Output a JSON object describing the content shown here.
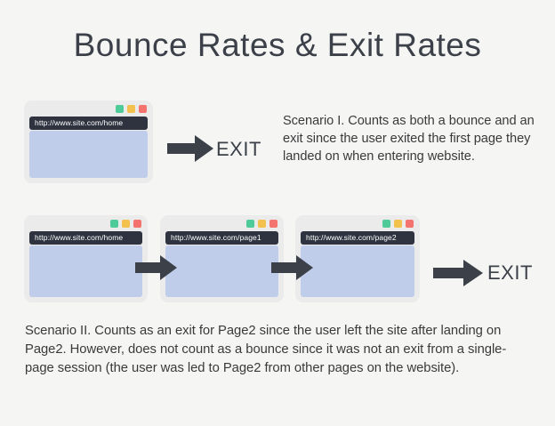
{
  "title": "Bounce Rates & Exit Rates",
  "colors": {
    "background": "#f5f5f4",
    "title_text": "#3c4049",
    "body_text": "#3a3a3a",
    "browser_chrome": "#ebebeb",
    "urlbar": "#2f3340",
    "viewport": "#bfcdeb",
    "arrow": "#3c4049",
    "dot_green": "#4ecb98",
    "dot_yellow": "#f2c14e",
    "dot_red": "#f4736e"
  },
  "window_dots": [
    {
      "name": "minimize-dot",
      "color": "#4ecb98"
    },
    {
      "name": "maximize-dot",
      "color": "#f2c14e"
    },
    {
      "name": "close-dot",
      "color": "#f4736e"
    }
  ],
  "scenario_one": {
    "browser": {
      "url": "http://www.site.com/home"
    },
    "exit_label": "EXIT",
    "text": "Scenario I. Counts as both a bounce and an exit since the user exited the first page they landed on when entering website."
  },
  "scenario_two": {
    "browsers": [
      {
        "url": "http://www.site.com/home"
      },
      {
        "url": "http://www.site.com/page1"
      },
      {
        "url": "http://www.site.com/page2"
      }
    ],
    "exit_label": "EXIT",
    "text": "Scenario II. Counts as an exit for Page2 since the user left the site after landing on Page2. However, does not count as a bounce since it was not an exit from a single-page session (the user was led to Page2 from other pages on the website)."
  }
}
